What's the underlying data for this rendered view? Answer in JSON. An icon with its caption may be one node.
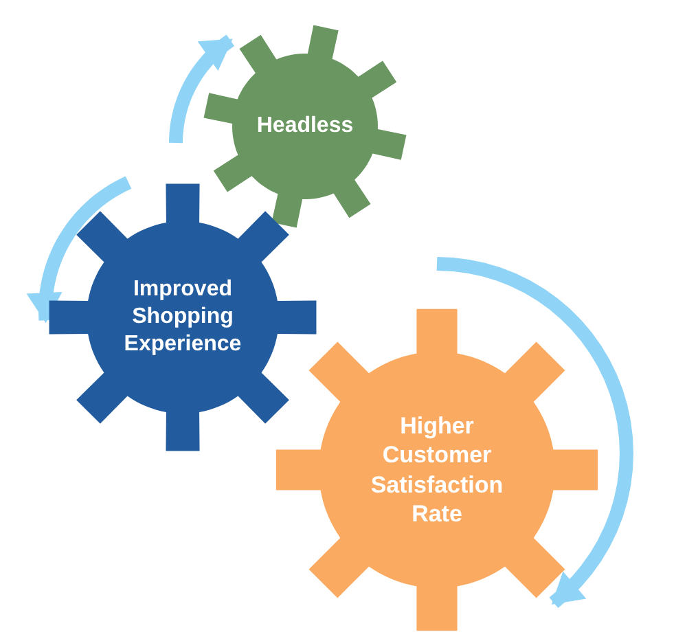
{
  "diagram": {
    "nodes": [
      {
        "text": [
          "Headless"
        ]
      },
      {
        "text": [
          "Improved Shopping Experience"
        ]
      },
      {
        "text": [
          "Higher Customer Satisfaction Rate"
        ]
      }
    ],
    "edges": [
      {
        "from": 1,
        "to": 0,
        "arrow": "to"
      },
      {
        "from": null,
        "to": 1,
        "arrow": "to"
      },
      {
        "from": null,
        "to": 2,
        "arrow": "to"
      }
    ]
  }
}
